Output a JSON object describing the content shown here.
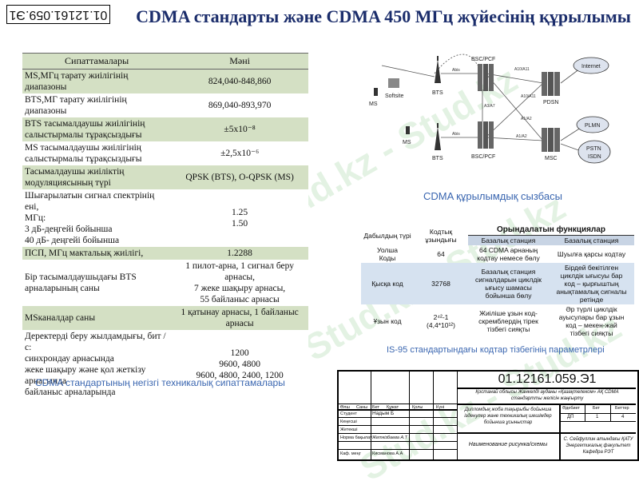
{
  "corner_code": "01.12161.059.Э1",
  "title": "CDMA стандарты және CDMA 450 МГц жүйесінің құрылымы",
  "watermark": "Stud.kz - Stud.kz",
  "spec_table": {
    "headers": [
      "Сипаттамалары",
      "Мәні"
    ],
    "rows": [
      {
        "label": [
          "MS,МГц тарату жиілігінің диапазоны"
        ],
        "value": [
          "824,040-848,860"
        ]
      },
      {
        "label": [
          "BTS,МГ тарату жиілігінің диапазоны"
        ],
        "value": [
          "869,040-893,970"
        ]
      },
      {
        "label": [
          "BTS тасымалдаушы жиілігінің",
          "салыстырмалы тұрақсыздығы"
        ],
        "value": [
          "±5x10⁻⁸"
        ]
      },
      {
        "label": [
          "MS тасымалдаушы жиілігінің",
          "салыстырмалы тұрақсыздығы"
        ],
        "value": [
          "±2,5x10⁻⁶"
        ]
      },
      {
        "label": [
          "Тасымалдаушы жиіліктің",
          "модуляциясының түрі"
        ],
        "value": [
          "QPSK (BTS), O-QPSK (MS)"
        ]
      },
      {
        "label": [
          "Шығарылатын сигнал спектрінің ені,",
          "МГц:",
          "3 дБ-деңгейі бойынша",
          "40 дБ- деңгейі бойынша"
        ],
        "value": [
          "",
          "1.25",
          "1.50",
          ""
        ]
      },
      {
        "label": [
          "ПСП, МГц  мактальық жиілігі,"
        ],
        "value": [
          "1.2288"
        ]
      },
      {
        "label": [
          "Бір тасымалдаушыдағы BTS",
          "арналарының саны"
        ],
        "value": [
          "1 пилот-арна, 1 сигнал беру арнасы,",
          "7 жеке шақыру арнасы,",
          "55 байланыс арнасы"
        ]
      },
      {
        "label": [
          "MSканалдар саны"
        ],
        "value": [
          "1 қатынау арнасы, 1 байланыс",
          "арнасы"
        ]
      },
      {
        "label": [
          "Деректерді беру жылдамдығы, бит / с:",
          "синхрондау арнасында",
          "жеке шақыру және қол жеткізу",
          "арнасында",
          "байланыс арналарында"
        ],
        "value": [
          "",
          "1200",
          "9600, 4800",
          "9600, 4800, 2400, 1200",
          ""
        ]
      }
    ],
    "caption": "CDMA стандартының негізгі техникалық сипаттамалары"
  },
  "diagram": {
    "caption": "CDMA құрылымдық сызбасы",
    "labels": {
      "bsc_top": "BSC/PCF",
      "bsc_bottom": "BSC/PCF",
      "bts_top": "BTS",
      "bts_bottom": "BTS",
      "ms_top": "MS",
      "ms_bottom": "MS",
      "softsite": "Softsite",
      "pdsn": "PDSN",
      "msc": "MSC",
      "internet": "Internet",
      "plmn": "PLMN",
      "pstn": "PSTN",
      "isdn": "ISDN",
      "abis_top": "Abis",
      "abis_bottom": "Abis",
      "a10a11_top": "A10/A11",
      "a10a11_mid": "A10/A11",
      "a1a2_mid": "A1/A2",
      "a1a2_bottom": "A1/A2",
      "a3a7": "A3/A7"
    }
  },
  "codes_table": {
    "header_functions": "Орындалатын функциялар",
    "col_type": "Дабылдың түрі",
    "col_length": "Кодтық ұзындығы",
    "col_bs": "Базалық станция",
    "col_bs2": "Базалық станция",
    "rows": [
      {
        "type": [
          "Уолша",
          "Коды"
        ],
        "length": [
          "64"
        ],
        "bs": [
          "64 CDMA арнаның",
          "кодтау немесе бөлу"
        ],
        "ms": [
          "Шуылға қарсы кодтау"
        ]
      },
      {
        "type": [
          "Қысқа код"
        ],
        "length": [
          "32768"
        ],
        "bs": [
          "Базалық станция",
          "сигналдарын циклдік",
          "ығысу шамасы",
          "бойынша бөлу"
        ],
        "ms": [
          "Бірдей бекітілген",
          "циклдік ығысуы бар",
          "код – қырғыштың",
          "анықтамалық сигналы",
          "ретінде"
        ]
      },
      {
        "type": [
          "Ұзын код"
        ],
        "length": [
          "2⁴²-1",
          "(4,4*10¹²)"
        ],
        "bs": [
          "Жиіліше ұзын код-",
          "скремблердің тірек",
          "тізбегі сияқты"
        ],
        "ms": [
          "Әр түрлі циклдік",
          "ауысулары бар ұзын",
          "код – мекен-жай",
          "тізбегі сияқты"
        ]
      }
    ],
    "caption": "IS-95 стандартындағы кодтар тізбегінің параметрлері"
  },
  "stamp": {
    "doc_code": "01.12161.059.Э1",
    "org_line1": "Қостанай облысы Жанкелді ауданы «Қазақтелеком» АҚ CDMA",
    "org_line2": "стандартты желісін жаңғырту",
    "topic_line1": "Дипломдық жоба тақырыбы бойынша",
    "topic_line2": "ізденулер және техникалық шешімдер",
    "topic_line3": "бойынша ұсыныстар",
    "sheet_name": "Наименование рисунка/схемы",
    "uni_line1": "С. Сейфуллин атындағы ҚАТУ",
    "uni_line2": "Энергетикалық факультет",
    "uni_line3": "Кафедра РЭТ",
    "row_labels": [
      "Өлш",
      "Саны",
      "Бет",
      "Құжат",
      "Қолы",
      "Күні"
    ],
    "roles": [
      "Студент",
      "Кеңесші",
      "Жетекші",
      "Норма бақылау",
      "Каф. меңг"
    ],
    "names": [
      "Надым Б",
      "",
      "",
      "Жеткізбаева А.Т",
      "Кисманова А.А"
    ],
    "stage_label": "Әдебиет",
    "sheet_label": "Бет",
    "sheets_label": "Беттер",
    "stage_value": "ДП",
    "sheet_value": "1",
    "sheets_value": "4"
  }
}
